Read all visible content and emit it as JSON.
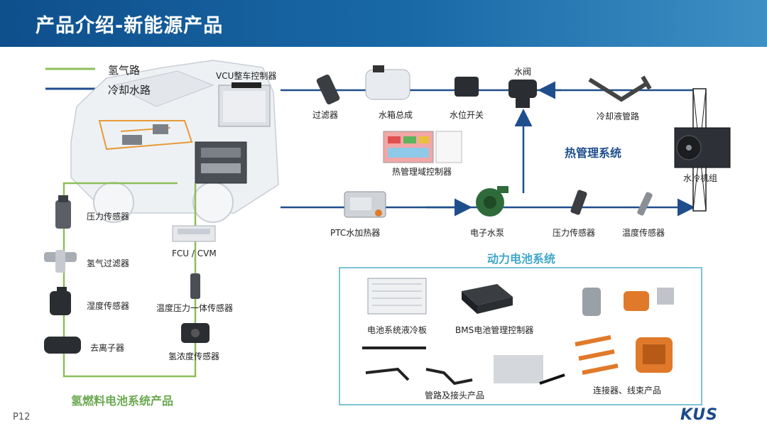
{
  "title": "产品介绍-新能源产品",
  "legend": {
    "hydrogen": "氢气路",
    "coolant": "冷却水路"
  },
  "colors": {
    "hydrogen": "#8cbf5a",
    "coolant": "#1f4e8c",
    "header": "#1a5fa0",
    "battery_box": "#7ec3d4",
    "hydrogen_title": "#6aa84f",
    "battery_title": "#3fa7c9",
    "thermal_title": "#1f4e8c"
  },
  "vehicle": {
    "vcu": "VCU整车控制器"
  },
  "cooling": {
    "filter": "过滤器",
    "tank": "水箱总成",
    "level_switch": "水位开关",
    "valve": "水阀",
    "pipe": "冷却液管路",
    "chiller": "水冷机组",
    "domain_controller": "热管理域控制器",
    "ptc": "PTC水加热器",
    "pump": "电子水泵",
    "pressure_sensor": "压力传感器",
    "temp_sensor": "温度传感器"
  },
  "thermal_title": "热管理系统",
  "hydrogen": {
    "title": "氢燃料电池系统产品",
    "pressure_sensor": "压力传感器",
    "h2_filter": "氢气过滤器",
    "humidity_sensor": "湿度传感器",
    "deionizer": "去离子器",
    "fcu": "FCU / CVM",
    "temp_pressure": "温度压力一体传感器",
    "h2_concentration": "氢浓度传感器"
  },
  "battery": {
    "title": "动力电池系统",
    "cold_plate": "电池系统液冷板",
    "bms": "BMS电池管理控制器",
    "pipes": "管路及接头产品",
    "connectors": "连接器、线束产品"
  },
  "footer": {
    "page": "P12",
    "logo": "KUS"
  }
}
